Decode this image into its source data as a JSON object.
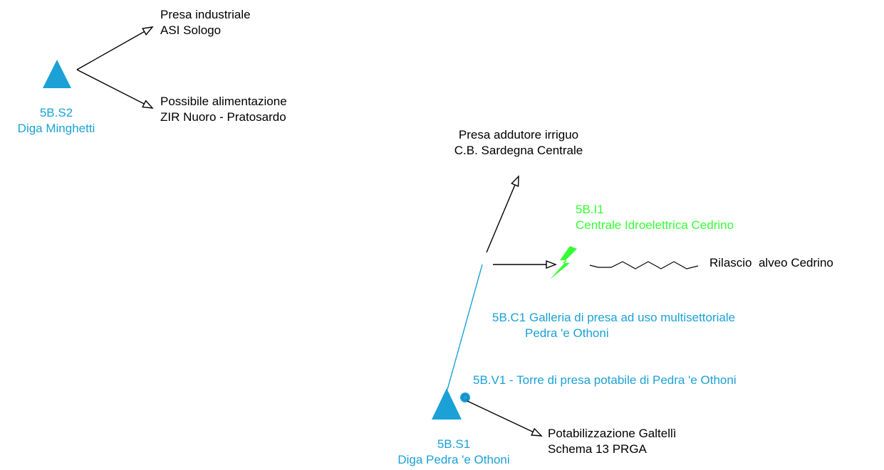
{
  "colors": {
    "dam_blue": "#1ba1d6",
    "hydro_green": "#33ff33",
    "text_black": "#000000"
  },
  "dam_minghetti": {
    "code": "5B.S2",
    "name": "Diga Minghetti",
    "icon": "triangle-dam-icon"
  },
  "presa_industriale": {
    "line1": "Presa industriale",
    "line2": "ASI Sologo"
  },
  "possibile_alimentazione": {
    "line1": "Possibile alimentazione",
    "line2": "ZIR Nuoro - Pratosardo"
  },
  "presa_irrigua": {
    "line1": "Presa addutore irriguo",
    "line2": "C.B. Sardegna Centrale"
  },
  "centrale": {
    "code": "5B.I1",
    "name": "Centrale Idroelettrica Cedrino",
    "icon": "lightning-bolt-icon"
  },
  "rilascio": {
    "text": "Rilascio  alveo Cedrino"
  },
  "galleria": {
    "line1": "5B.C1 Galleria di presa ad uso multisettoriale",
    "line2": "Pedra 'e Othoni"
  },
  "torre": {
    "text": "5B.V1 - Torre di presa potabile di Pedra 'e Othoni",
    "icon": "intake-tower-icon"
  },
  "dam_pedra": {
    "code": "5B.S1",
    "name": "Diga Pedra 'e Othoni",
    "icon": "triangle-dam-icon"
  },
  "potabilizzazione": {
    "line1": "Potabilizzazione Galtellì",
    "line2": "Schema 13 PRGA"
  }
}
